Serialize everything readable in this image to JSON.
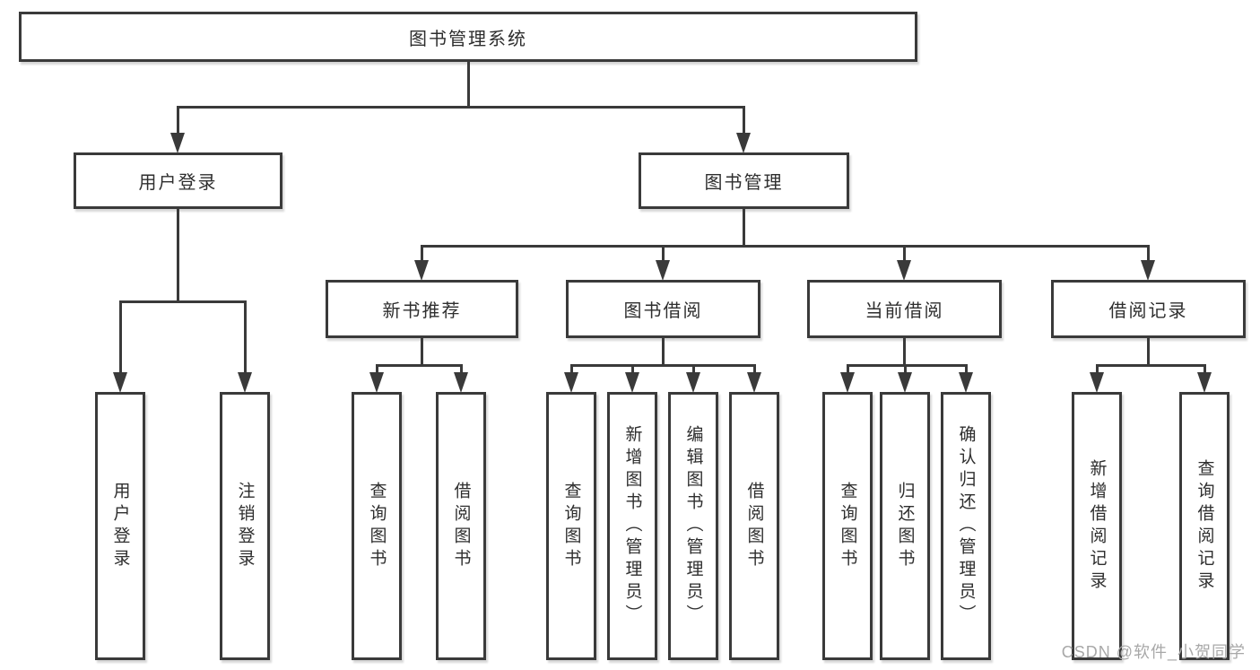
{
  "tree": {
    "label": "图书管理系统",
    "children": [
      {
        "label": "用户登录",
        "children": [
          {
            "label": "用户登录"
          },
          {
            "label": "注销登录"
          }
        ]
      },
      {
        "label": "图书管理",
        "children": [
          {
            "label": "新书推荐",
            "children": [
              {
                "label": "查询图书"
              },
              {
                "label": "借阅图书"
              }
            ]
          },
          {
            "label": "图书借阅",
            "children": [
              {
                "label": "查询图书"
              },
              {
                "label": "新增图书（管理员）"
              },
              {
                "label": "编辑图书（管理员）"
              },
              {
                "label": "借阅图书"
              }
            ]
          },
          {
            "label": "当前借阅",
            "children": [
              {
                "label": "查询图书"
              },
              {
                "label": "归还图书"
              },
              {
                "label": "确认归还（管理员）"
              }
            ]
          },
          {
            "label": "借阅记录",
            "children": [
              {
                "label": "新增借阅记录"
              },
              {
                "label": "查询借阅记录"
              }
            ]
          }
        ]
      }
    ]
  },
  "watermark": "CSDN @软件_小贺同学",
  "colors": {
    "line": "#3a3a3a",
    "text": "#2e2e2e",
    "watermark": "#a8a8a8",
    "background": "#ffffff"
  }
}
